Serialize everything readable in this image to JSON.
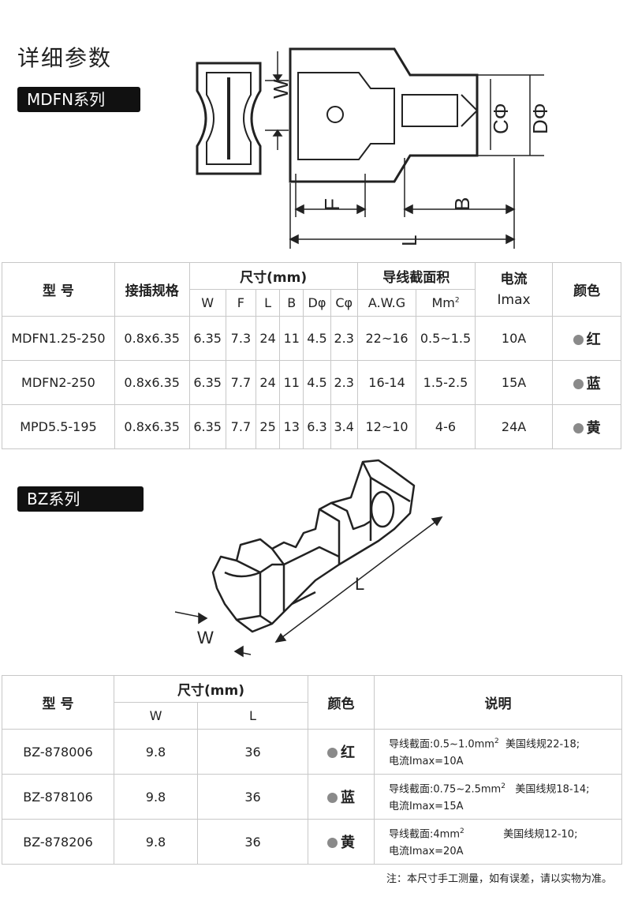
{
  "page_title": "详细参数",
  "sections": {
    "mdfn_badge": "MDFN系列",
    "bz_badge": "BZ系列"
  },
  "drawing_labels": {
    "mdfn": {
      "w": "W",
      "f": "F",
      "b": "B",
      "l": "L",
      "c": "CΦ",
      "d": "DΦ"
    },
    "bz": {
      "l": "L",
      "w": "W"
    }
  },
  "mdfn_table": {
    "header": {
      "model": "型 号",
      "plug_spec": "接插规格",
      "size": "尺寸(mm)",
      "wire_section": "导线截面积",
      "current_line1": "电流",
      "current_line2": "Imax",
      "color": "颜色",
      "size_cols": [
        "W",
        "F",
        "L",
        "B",
        "Dφ",
        "Cφ"
      ],
      "awg": "A.W.G",
      "mm2_base": "Mm",
      "mm2_sup": "2"
    },
    "rows": [
      {
        "model": "MDFN1.25-250",
        "spec": "0.8x6.35",
        "w": "6.35",
        "f": "7.3",
        "l": "24",
        "b": "11",
        "d": "4.5",
        "c": "2.3",
        "awg": "22~16",
        "mm2": "0.5~1.5",
        "current": "10A",
        "color": "红"
      },
      {
        "model": "MDFN2-250",
        "spec": "0.8x6.35",
        "w": "6.35",
        "f": "7.7",
        "l": "24",
        "b": "11",
        "d": "4.5",
        "c": "2.3",
        "awg": "16-14",
        "mm2": "1.5-2.5",
        "current": "15A",
        "color": "蓝"
      },
      {
        "model": "MPD5.5-195",
        "spec": "0.8x6.35",
        "w": "6.35",
        "f": "7.7",
        "l": "25",
        "b": "13",
        "d": "6.3",
        "c": "3.4",
        "awg": "12~10",
        "mm2": "4-6",
        "current": "24A",
        "color": "黄"
      }
    ]
  },
  "bz_table": {
    "header": {
      "model": "型 号",
      "size": "尺寸(mm)",
      "w": "W",
      "l": "L",
      "color": "颜色",
      "description": "说明"
    },
    "rows": [
      {
        "model": "BZ-878006",
        "w": "9.8",
        "l": "36",
        "color": "红",
        "desc_line1_a": "导线截面:0.5~1.0mm",
        "desc_sup": "2",
        "desc_line1_b": "  美国线规22-18;",
        "desc_line2": "电流Imax=10A"
      },
      {
        "model": "BZ-878106",
        "w": "9.8",
        "l": "36",
        "color": "蓝",
        "desc_line1_a": "导线截面:0.75~2.5mm",
        "desc_sup": "2",
        "desc_line1_b": "   美国线规18-14;",
        "desc_line2": "电流Imax=15A"
      },
      {
        "model": "BZ-878206",
        "w": "9.8",
        "l": "36",
        "color": "黄",
        "desc_line1_a": "导线截面:4mm",
        "desc_sup": "2",
        "desc_line1_b": "            美国线规12-10;",
        "desc_line2": "电流Imax=20A"
      }
    ]
  },
  "footnote": "注：本尺寸手工测量，如有误差，请以实物为准。",
  "colors": {
    "badge_bg": "#111111",
    "border": "#c8c8c8",
    "dot": "#8a8a8a"
  }
}
